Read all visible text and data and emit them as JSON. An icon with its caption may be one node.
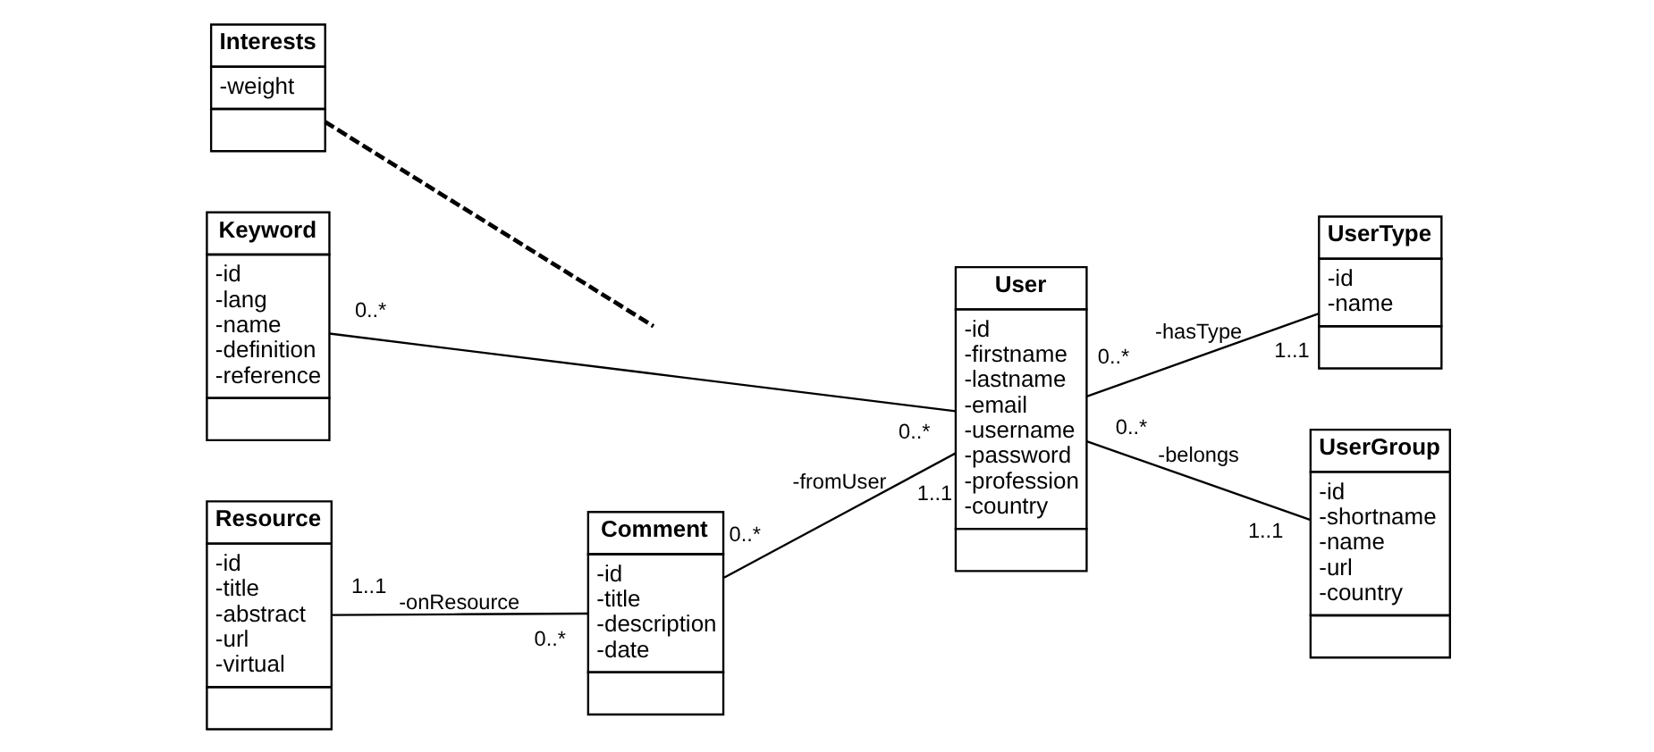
{
  "diagram": {
    "nodes": [
      {
        "text": [
          "Interests",
          "-weight"
        ]
      },
      {
        "text": [
          "Keyword",
          "-id",
          "-lang",
          "-name",
          "-definition",
          "-reference"
        ]
      },
      {
        "text": [
          "User",
          "-id",
          "-firstname",
          "-lastname",
          "-email",
          "-username",
          "-password",
          "-profession",
          "-country"
        ]
      },
      {
        "text": [
          "UserType",
          "-id",
          "-name"
        ]
      },
      {
        "text": [
          "Resource",
          "-id",
          "-title",
          "-abstract",
          "-url",
          "-virtual"
        ]
      },
      {
        "text": [
          "Comment",
          "-id",
          "-title",
          "-description",
          "-date"
        ]
      },
      {
        "text": [
          "UserGroup",
          "-id",
          "-shortname",
          "-name",
          "-url",
          "-country"
        ]
      }
    ],
    "edges": [
      {
        "from": 1,
        "to": 2,
        "arrow": "none"
      },
      {
        "from": 0,
        "to": null,
        "arrow": "none",
        "style": "dashed"
      },
      {
        "from": 2,
        "to": 3,
        "arrow": "none",
        "label": "-hasType"
      },
      {
        "from": 4,
        "to": 5,
        "arrow": "none",
        "label": "-onResource"
      },
      {
        "from": 5,
        "to": 2,
        "arrow": "none",
        "label": "-fromUser"
      },
      {
        "from": 2,
        "to": 6,
        "arrow": "none",
        "label": "-belongs"
      }
    ],
    "labels": [
      "0..*",
      "0..*",
      "0..*",
      "1..1",
      "0..*",
      "1..1",
      "0..*",
      "1..1",
      "1..1",
      "0..*"
    ]
  }
}
